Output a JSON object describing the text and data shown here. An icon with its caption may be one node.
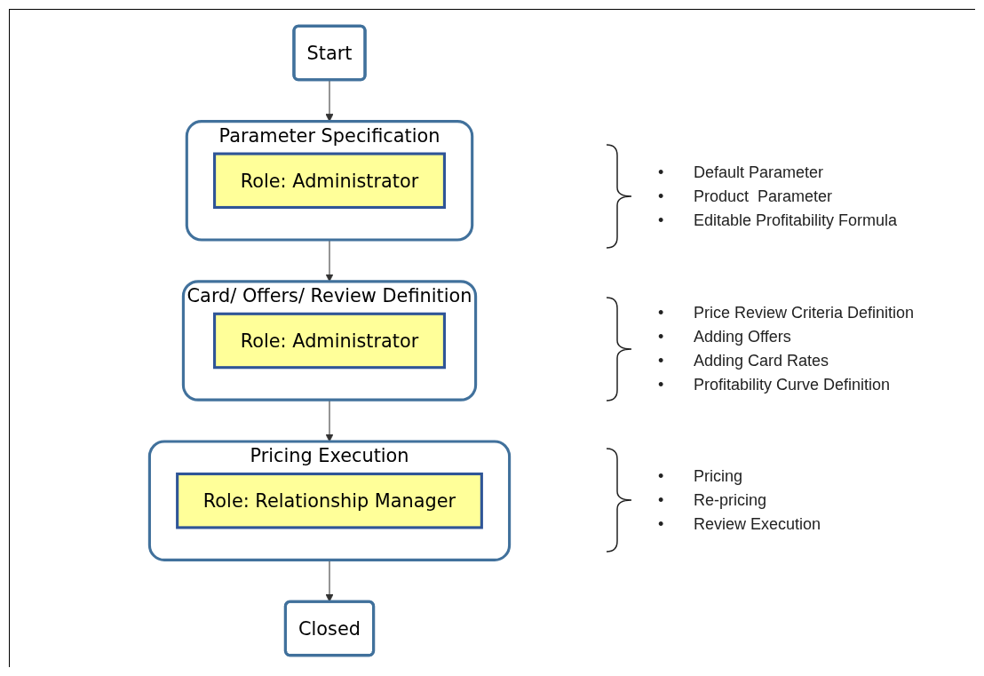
{
  "diagram": {
    "nodes": [
      {
        "text": [
          "Start"
        ]
      },
      {
        "text": [
          "Parameter Specification"
        ]
      },
      {
        "text": [
          "Role: Administrator"
        ],
        "in": 1
      },
      {
        "text": [
          "Card/ Offers/ Review Definition"
        ]
      },
      {
        "text": [
          "Role: Administrator"
        ],
        "in": 3
      },
      {
        "text": [
          "Pricing Execution"
        ]
      },
      {
        "text": [
          "Role: Relationship Manager"
        ],
        "in": 5
      },
      {
        "text": [
          "Closed"
        ]
      }
    ],
    "edges": [
      {
        "from": 0,
        "to": 1,
        "arrow": "to"
      },
      {
        "from": 1,
        "to": 3,
        "arrow": "to"
      },
      {
        "from": 3,
        "to": 5,
        "arrow": "to"
      },
      {
        "from": 5,
        "to": 7,
        "arrow": "to"
      }
    ],
    "labels": [
      "•",
      "Default Parameter",
      "•",
      "Product  Parameter",
      "•",
      "Editable Profitability Formula",
      "•",
      "Price Review Criteria Definition",
      "•",
      "Adding Offers",
      "•",
      "Adding Card Rates",
      "•",
      "Profitability Curve Definition",
      "•",
      "Pricing",
      "•",
      "Re-pricing",
      "•",
      "Review Execution"
    ]
  }
}
